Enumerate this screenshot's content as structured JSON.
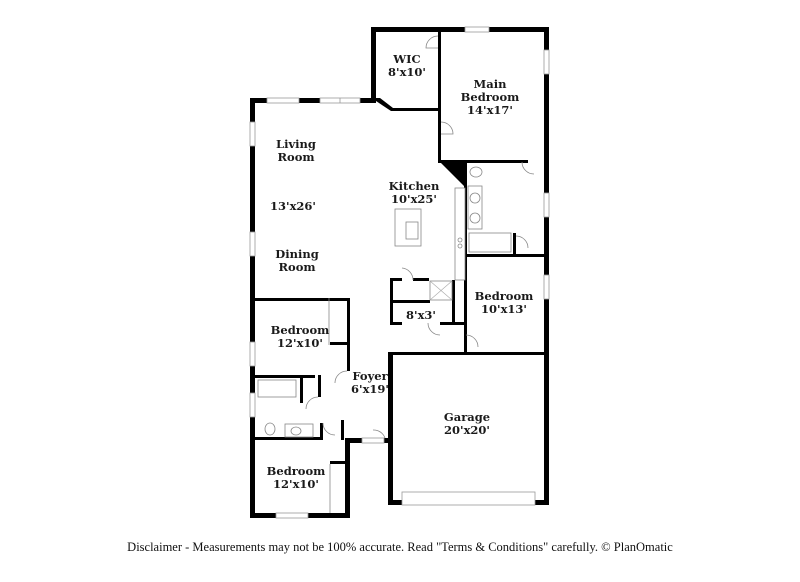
{
  "floorplan": {
    "rooms": [
      {
        "id": "wic",
        "name": "WIC",
        "size": "8'x10'"
      },
      {
        "id": "main-bedroom",
        "name": "Main Bedroom",
        "name_line1": "Main",
        "name_line2": "Bedroom",
        "size": "14'x17'"
      },
      {
        "id": "living-room",
        "name": "Living Room",
        "name_line1": "Living",
        "name_line2": "Room"
      },
      {
        "id": "living-dining-size",
        "size": "13'x26'"
      },
      {
        "id": "dining-room",
        "name": "Dining Room",
        "name_line1": "Dining",
        "name_line2": "Room"
      },
      {
        "id": "kitchen",
        "name": "Kitchen",
        "size": "10'x25'"
      },
      {
        "id": "bedroom-east",
        "name": "Bedroom",
        "size": "10'x13'"
      },
      {
        "id": "laundry",
        "size": "8'x3'"
      },
      {
        "id": "bedroom-west-upper",
        "name": "Bedroom",
        "size": "12'x10'"
      },
      {
        "id": "foyer",
        "name": "Foyer",
        "size": "6'x19'"
      },
      {
        "id": "garage",
        "name": "Garage",
        "size": "20'x20'"
      },
      {
        "id": "bedroom-west-lower",
        "name": "Bedroom",
        "size": "12'x10'"
      }
    ]
  },
  "footer": {
    "disclaimer": "Disclaimer - Measurements may not be 100% accurate. Read \"Terms & Conditions\" carefully. © PlanOmatic"
  }
}
